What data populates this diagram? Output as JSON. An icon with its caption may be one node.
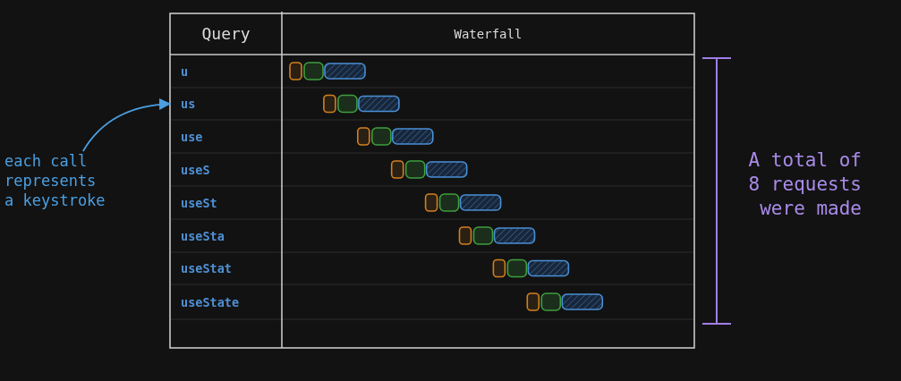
{
  "diagram": {
    "nodes": [
      {
        "text": [
          "each call represents a keystroke"
        ]
      },
      {
        "text": [
          "us"
        ]
      }
    ],
    "edges": [
      {
        "from": 0,
        "to": 1,
        "arrow": "to"
      }
    ],
    "labels": [
      "Query",
      "Waterfall",
      "u",
      "use",
      "useS",
      "useSt",
      "useSta",
      "useStat",
      "useState",
      "A total of 8 requests were made"
    ]
  }
}
